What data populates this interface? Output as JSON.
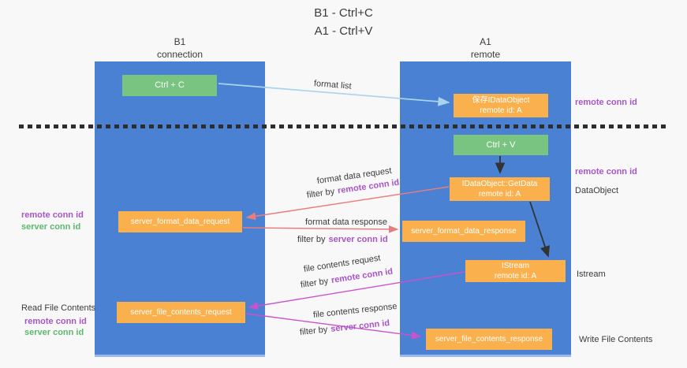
{
  "title": {
    "line1": "B1 - Ctrl+C",
    "line2": "A1 - Ctrl+V"
  },
  "lifelines": {
    "left": {
      "name": "B1",
      "role": "connection"
    },
    "right": {
      "name": "A1",
      "role": "remote"
    }
  },
  "nodes": {
    "ctrl_c": {
      "label": "Ctrl + C"
    },
    "save_idataobject": {
      "line1": "保存IDataObject",
      "line2": "remote id: A"
    },
    "ctrl_v": {
      "label": "Ctrl + V"
    },
    "getdata": {
      "line1": "IDataObject::GetData",
      "line2": "remote id: A"
    },
    "server_format_data_request": {
      "label": "server_format_data_request"
    },
    "server_format_data_response": {
      "label": "server_format_data_response"
    },
    "istream": {
      "line1": "IStream",
      "line2": "remote id: A"
    },
    "server_file_contents_request": {
      "label": "server_file_contents_request"
    },
    "server_file_contents_response": {
      "label": "server_file_contents_response"
    }
  },
  "arrow_labels": {
    "format_list": "format list",
    "format_data_request": "format data request",
    "format_data_response": "format data response",
    "file_contents_request": "file contents request",
    "file_contents_response": "file contents response",
    "filter_by": "filter by",
    "remote_conn_id": "remote conn id",
    "server_conn_id": "server conn id"
  },
  "side_notes": {
    "remote_conn_id": "remote conn id",
    "server_conn_id": "server conn id",
    "dataobject": "DataObject",
    "istream": "Istream",
    "read_file_contents": "Read File Contents",
    "write_file_contents": "Write File Contents"
  },
  "colors": {
    "lifeline_blue": "#4a81d3",
    "node_green": "#7ac482",
    "node_orange": "#fab04d",
    "conn_purple": "#a855c8",
    "conn_green": "#5cb86e",
    "arrow_lightblue": "#a9d3ee",
    "arrow_red": "#e87d7d",
    "arrow_magenta": "#cb52ce",
    "arrow_black": "#333333"
  }
}
